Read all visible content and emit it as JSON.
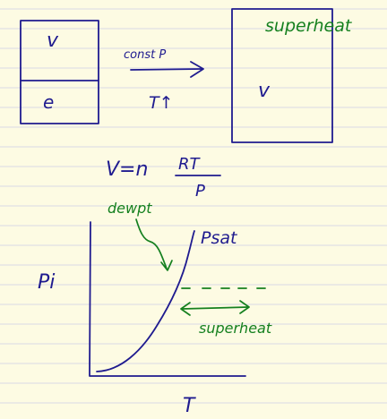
{
  "notes": {
    "colors": {
      "paper": "#fdfbe3",
      "rule": "#d9d8e6",
      "blue_ink": "#1f1b8f",
      "green_ink": "#15801f"
    },
    "before_state": {
      "vapor_symbol": "v",
      "liquid_symbol": "e"
    },
    "process_arrow": {
      "condition_label": "const P",
      "temperature_label": "T↑"
    },
    "after_state": {
      "annotation": "superheat",
      "vapor_symbol": "v"
    },
    "ideal_gas_equation": {
      "lhs": "V=n",
      "numerator": "RT",
      "denominator": "P"
    },
    "graph": {
      "y_axis_label": "Pi",
      "x_axis_label": "T",
      "curve_label": "Psat",
      "dewpoint_label": "dewpt",
      "superheat_label": "superheat"
    }
  }
}
